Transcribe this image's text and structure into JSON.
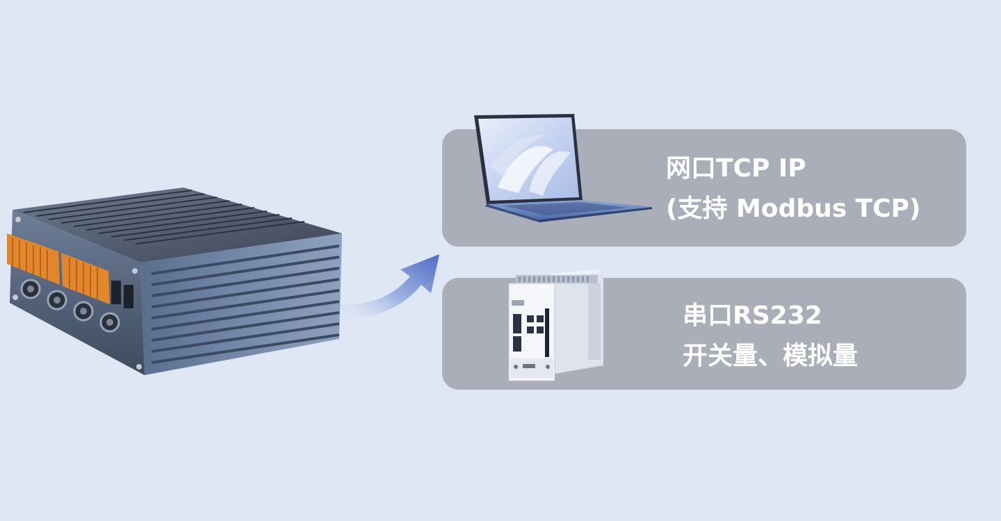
{
  "cards": [
    {
      "line1": "网口TCP IP",
      "line2": "(支持 Modbus TCP)",
      "icon": "laptop-icon"
    },
    {
      "line1": "串口RS232",
      "line2": "开关量、模拟量",
      "icon": "circuit-breaker-icon"
    }
  ],
  "device": {
    "icon": "industrial-gateway-icon"
  },
  "arrow": {
    "icon": "curved-arrow-icon"
  },
  "colors": {
    "background": "#dfe6f4",
    "card": "#a9aeb8",
    "text": "#ffffff",
    "terminal_orange": "#e2872c",
    "device_body": "#4b5566",
    "arrow_blue": "#4f6fc4"
  }
}
